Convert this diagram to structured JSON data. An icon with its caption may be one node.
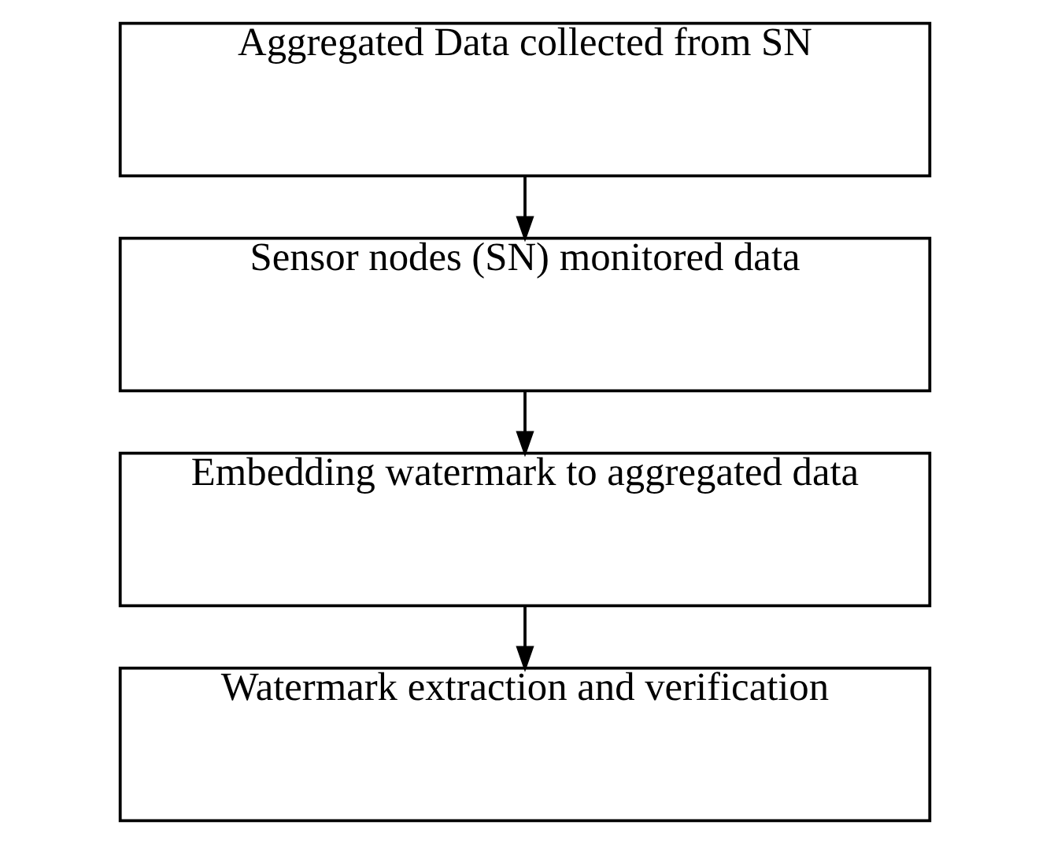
{
  "diagram": {
    "nodes": [
      {
        "text": [
          "Aggregated Data collected from SN"
        ]
      },
      {
        "text": [
          "Sensor nodes (SN) monitored data"
        ]
      },
      {
        "text": [
          "Embedding watermark to aggregated data"
        ]
      },
      {
        "text": [
          "Watermark extraction and verification"
        ]
      }
    ],
    "edges": [
      {
        "from": 0,
        "to": 1,
        "arrow": "to"
      },
      {
        "from": 1,
        "to": 2,
        "arrow": "to"
      },
      {
        "from": 2,
        "to": 3,
        "arrow": "to"
      }
    ]
  }
}
